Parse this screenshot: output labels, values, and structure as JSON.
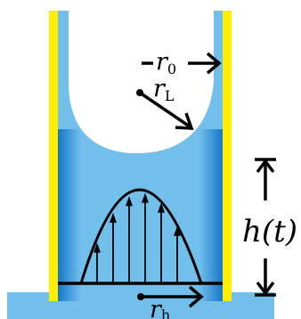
{
  "colors": {
    "fluid_light": "#72bfec",
    "fluid_dark": "#1478c8",
    "wall": "#ffee00",
    "ink": "#000000",
    "air": "#ffffff"
  },
  "labels": {
    "r0": {
      "base": "r",
      "sub": "0"
    },
    "rL": {
      "base": "r",
      "sub": "L"
    },
    "rh": {
      "base": "r",
      "sub": "h"
    },
    "height": "h(t)"
  }
}
